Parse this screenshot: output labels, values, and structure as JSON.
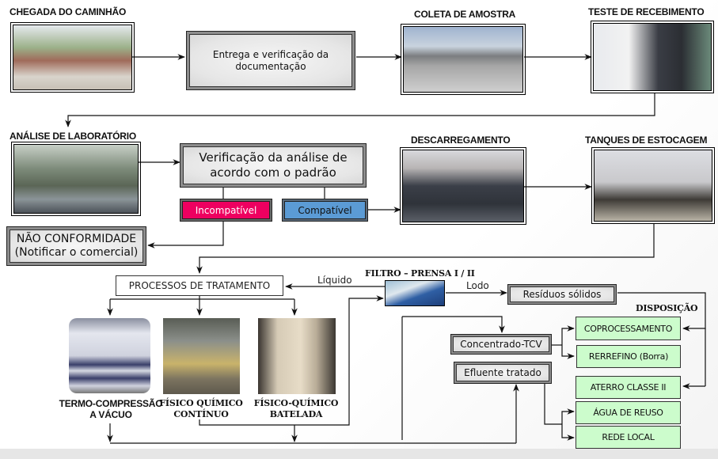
{
  "colors": {
    "incompatible": "#ee0060",
    "compatible": "#5b9bd5",
    "disposition_fill": "#ccfccc",
    "box_fill": "#e8e8e8"
  },
  "row1": {
    "truck_arrival": {
      "title": "CHEGADA DO CAMINHÃO",
      "image": "truck-arrival-photo"
    },
    "documentation": {
      "label_line1": "Entrega e verificação da",
      "label_line2": "documentação"
    },
    "sample_collection": {
      "title": "COLETA DE AMOSTRA",
      "image": "sample-collection-photo"
    },
    "receiving_test": {
      "title": "TESTE DE RECEBIMENTO",
      "image": "receiving-test-photo"
    }
  },
  "row2": {
    "lab_analysis": {
      "title": "ANÁLISE DE LABORATÓRIO",
      "image": "laboratory-photo"
    },
    "verification": {
      "label_line1": "Verificação da análise de",
      "label_line2": "acordo com o padrão"
    },
    "incompatible": {
      "label": "Incompatível"
    },
    "compatible": {
      "label": "Compatível"
    },
    "non_conformity": {
      "label_line1": "NÃO CONFORMIDADE",
      "label_line2": "(Notificar o comercial)"
    },
    "unloading": {
      "title": "DESCARREGAMENTO",
      "image": "unloading-photo"
    },
    "storage_tanks": {
      "title": "TANQUES DE ESTOCAGEM",
      "image": "storage-tanks-photo"
    }
  },
  "treatment": {
    "processes_label": "PROCESSOS DE TRATAMENTO",
    "liquid_label": "Líquido",
    "sludge_label": "Lodo",
    "filter_press": {
      "title": "FILTRO – PRENSA I / II",
      "image": "filter-press-photo"
    },
    "solid_waste": {
      "label": "Resíduos sólidos"
    },
    "methods": [
      {
        "line1": "TERMO-COMPRESSÃO",
        "line2": "A VÁCUO",
        "image": "vacuum-thermocompression-photo"
      },
      {
        "line1": "FÍSICO QUÍMICO",
        "line2": "CONTÍNUO",
        "image": "continuous-physicochemical-photo"
      },
      {
        "line1": "FÍSICO-QUÍMICO",
        "line2": "BATELADA",
        "image": "batch-physicochemical-photo"
      }
    ],
    "concentrate": {
      "label": "Concentrado-TCV"
    },
    "treated_effluent": {
      "label": "Efluente tratado"
    }
  },
  "disposition": {
    "title": "DISPOSIÇÃO",
    "items": [
      {
        "label": "COPROCESSAMENTO"
      },
      {
        "label": "RERREFINO (Borra)"
      },
      {
        "label": "ATERRO CLASSE II"
      },
      {
        "label": "ÁGUA DE REUSO"
      },
      {
        "label": "REDE LOCAL"
      }
    ]
  }
}
